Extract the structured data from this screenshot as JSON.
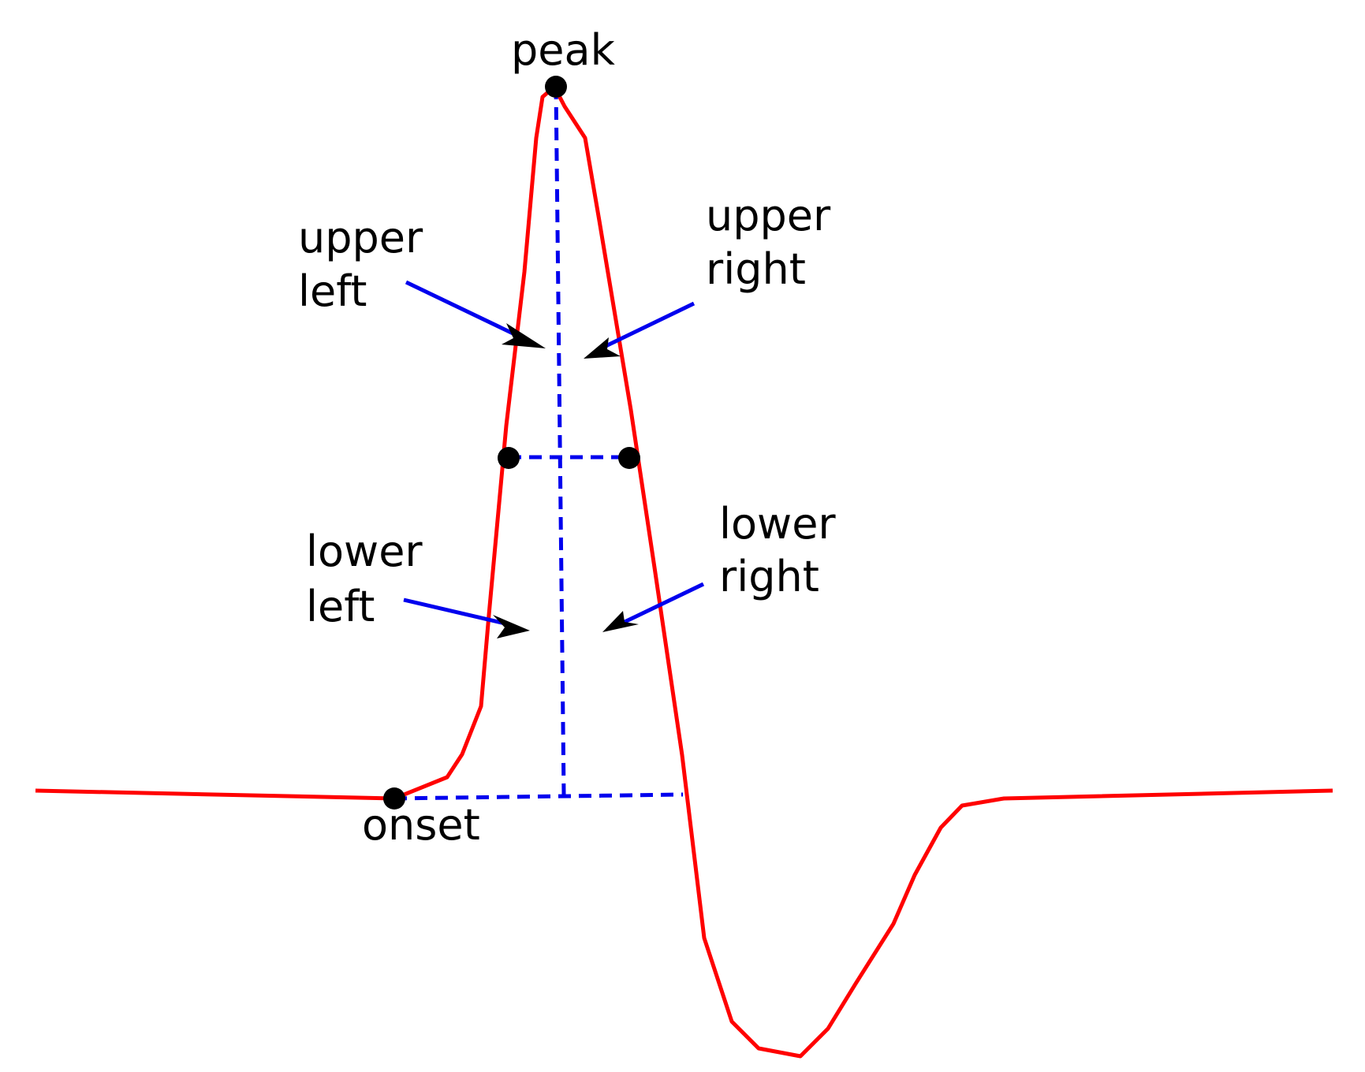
{
  "labels": {
    "peak": "peak",
    "onset": "onset",
    "upper_left": [
      "upper",
      "left"
    ],
    "upper_right": [
      "upper",
      "right"
    ],
    "lower_left": [
      "lower",
      "left"
    ],
    "lower_right": [
      "lower",
      "right"
    ]
  },
  "colors": {
    "waveform": "#ff0000",
    "guides": "#0000ee",
    "arrows": "#0000ee",
    "arrowheads": "#000000",
    "points": "#000000",
    "text": "#000000"
  }
}
